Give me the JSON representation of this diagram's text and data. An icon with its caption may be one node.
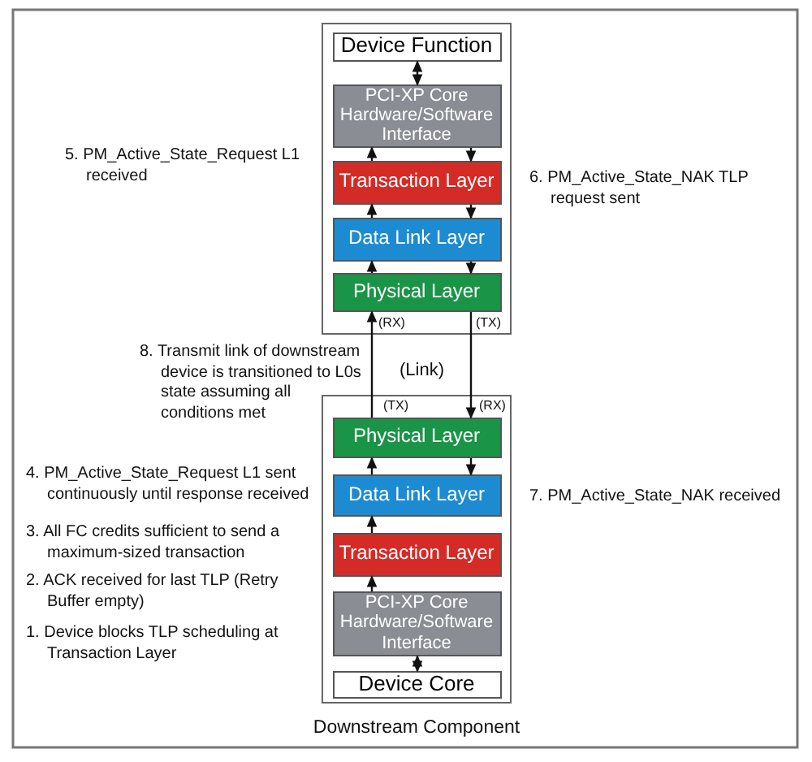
{
  "diagram": {
    "nodes": [
      {
        "text": [],
        "shape": "box"
      },
      {
        "text": [
          "Device Function"
        ],
        "in": 0
      },
      {
        "text": [
          "PCI-XP Core Hardware/Software Interface"
        ],
        "in": 0
      },
      {
        "text": [
          "Transaction Layer"
        ],
        "in": 0
      },
      {
        "text": [
          "Data Link Layer"
        ],
        "in": 0
      },
      {
        "text": [
          "Physical Layer"
        ],
        "in": 0
      },
      {
        "text": [],
        "shape": "box",
        "beside": [
          "Downstream Component"
        ]
      },
      {
        "text": [
          "Physical Layer"
        ],
        "in": 6
      },
      {
        "text": [
          "Data Link Layer"
        ],
        "in": 6
      },
      {
        "text": [
          "Transaction Layer"
        ],
        "in": 6
      },
      {
        "text": [
          "PCI-XP Core Hardware/Software Interface"
        ],
        "in": 6
      },
      {
        "text": [
          "Device Core"
        ],
        "in": 6
      }
    ],
    "edges": [
      {
        "from": 1,
        "to": 2,
        "arrow": "both"
      },
      {
        "from": 3,
        "to": 2,
        "arrow": "to"
      },
      {
        "from": 2,
        "to": 3,
        "arrow": "to"
      },
      {
        "from": 4,
        "to": 3,
        "arrow": "to"
      },
      {
        "from": 3,
        "to": 4,
        "arrow": "to"
      },
      {
        "from": 5,
        "to": 4,
        "arrow": "to"
      },
      {
        "from": 4,
        "to": 5,
        "arrow": "to"
      },
      {
        "from": 7,
        "to": 5,
        "arrow": "to"
      },
      {
        "from": 5,
        "to": 7,
        "arrow": "to"
      },
      {
        "from": 8,
        "to": 7,
        "arrow": "to"
      },
      {
        "from": 7,
        "to": 8,
        "arrow": "to"
      },
      {
        "from": 9,
        "to": 8,
        "arrow": "to"
      },
      {
        "from": 10,
        "to": 9,
        "arrow": "to"
      },
      {
        "from": 10,
        "to": 11,
        "arrow": "both"
      }
    ],
    "labels": [
      "5. PM_Active_State_Request L1 received",
      "6. PM_Active_State_NAK TLP request sent",
      "(RX)",
      "(TX)",
      "8. Transmit link of downstream device is transitioned to L0s state assuming all conditions met",
      "(Link)",
      "(TX)",
      "(RX)",
      "4. PM_Active_State_Request L1 sent continuously until response received",
      "7. PM_Active_State_NAK received",
      "3. All FC credits sufficient to send a maximum-sized transaction",
      "2. ACK received for last TLP (Retry Buffer empty)",
      "1. Device blocks TLP scheduling at Transaction Layer"
    ]
  }
}
